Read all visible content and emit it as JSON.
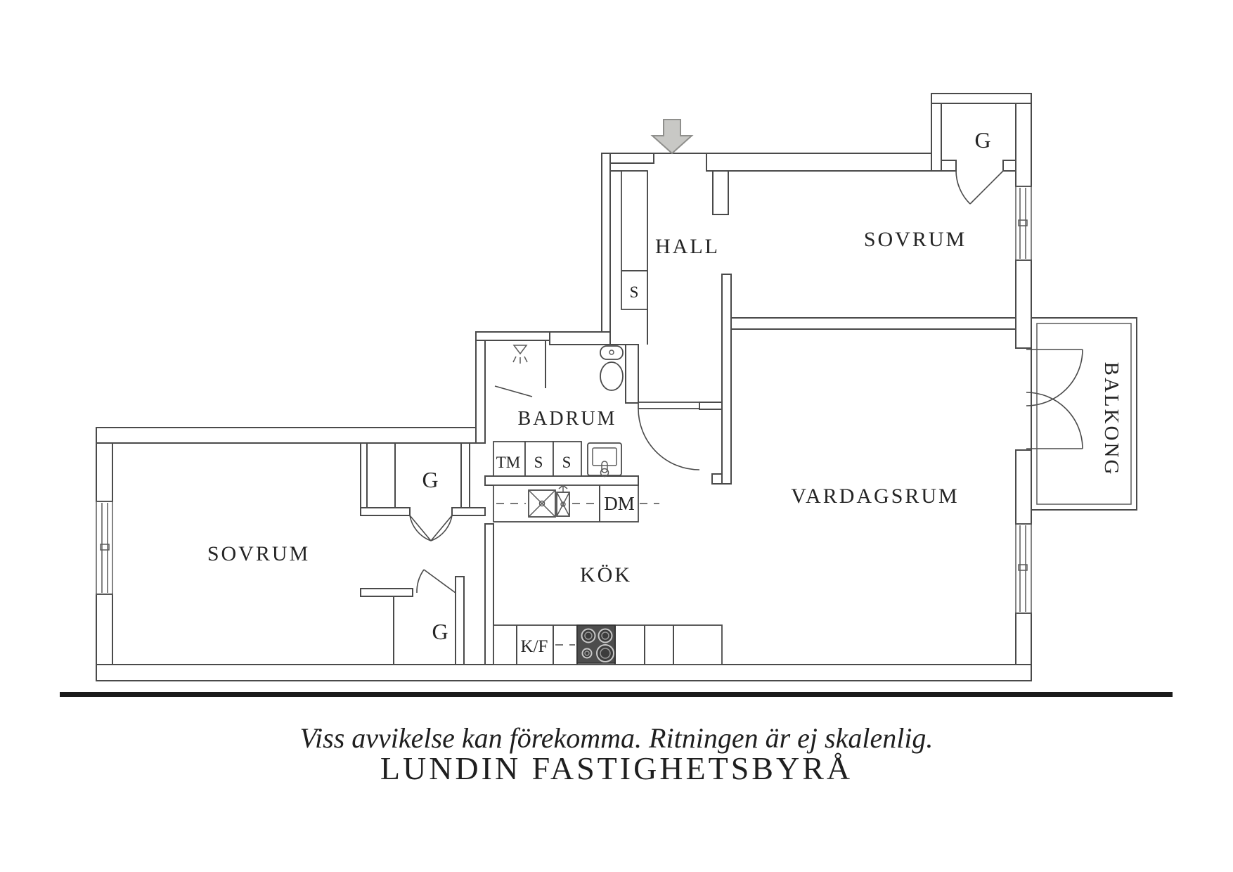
{
  "rooms": {
    "hall": "HALL",
    "sovrum_right": "SOVRUM",
    "sovrum_left": "SOVRUM",
    "badrum": "BADRUM",
    "vardagsrum": "VARDAGSRUM",
    "kok": "KÖK",
    "balkong": "BALKONG"
  },
  "fixtures": {
    "wardrobe_g_top_right": "G",
    "wardrobe_g_upper": "G",
    "wardrobe_g_lower": "G",
    "wardrobe_s_hall": "S",
    "washing_machine": "TM",
    "cabinet_s1": "S",
    "cabinet_s2": "S",
    "dishwasher": "DM",
    "fridge_freezer": "K/F"
  },
  "footer": {
    "disclaimer": "Viss avvikelse kan förekomma. Ritningen är ej skalenlig.",
    "agency": "LUNDIN FASTIGHETSBYRÅ"
  },
  "colors": {
    "wall_line": "#4a4a4a",
    "label_text": "#242424",
    "entrance_arrow_fill": "#c8c8c5",
    "entrance_arrow_stroke": "#8f8f8c",
    "stove_fill": "#4d4d4d",
    "baseline_rule": "#1b1b1b",
    "background": "#ffffff"
  }
}
